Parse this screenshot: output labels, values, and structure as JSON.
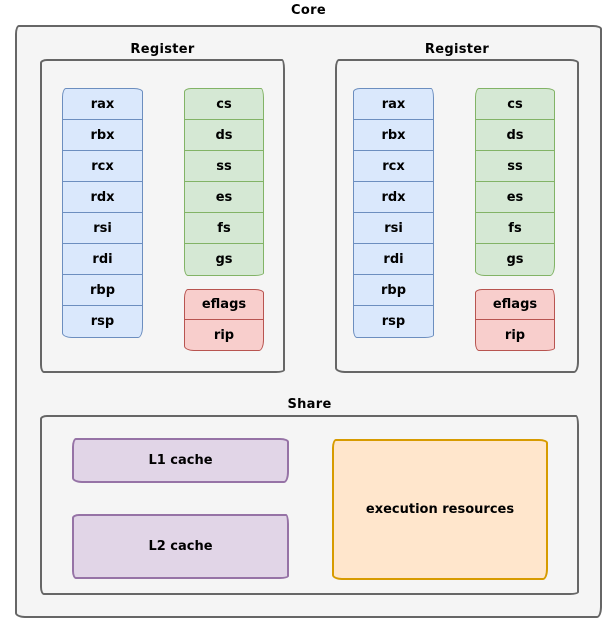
{
  "core": {
    "label": "Core"
  },
  "register_blocks": [
    {
      "label": "Register"
    },
    {
      "label": "Register"
    }
  ],
  "general_registers": [
    "rax",
    "rbx",
    "rcx",
    "rdx",
    "rsi",
    "rdi",
    "rbp",
    "rsp"
  ],
  "segment_registers": [
    "cs",
    "ds",
    "ss",
    "es",
    "fs",
    "gs"
  ],
  "special_registers": [
    "eflags",
    "rip"
  ],
  "share": {
    "label": "Share",
    "l1_cache": "L1 cache",
    "l2_cache": "L2 cache",
    "execution_resources": "execution resources"
  },
  "colors": {
    "general_fill": "#dae8fc",
    "general_stroke": "#6c8ebf",
    "segment_fill": "#d5e8d4",
    "segment_stroke": "#82b366",
    "special_fill": "#f8cecc",
    "special_stroke": "#b85450",
    "cache_fill": "#e1d5e7",
    "cache_stroke": "#9673a6",
    "execution_fill": "#ffe6cc",
    "execution_stroke": "#d79b00",
    "container_fill": "#f5f5f5",
    "container_stroke": "#666666",
    "text": "#000000",
    "background": "#ffffff"
  }
}
